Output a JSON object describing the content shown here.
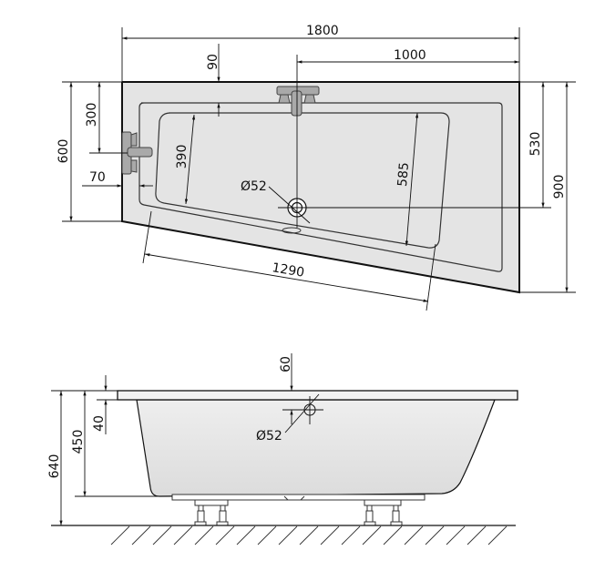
{
  "drawing": {
    "title": "Corner bathtub technical drawing",
    "units": "mm",
    "top_view": {
      "dimensions": {
        "overall_length": "1800",
        "drain_offset_from_right": "1000",
        "rim_to_inner_top": "90",
        "tap_height_from_top": "300",
        "left_side_depth": "600",
        "tap_offset_left": "70",
        "inner_left_width": "390",
        "inner_right_width": "585",
        "drain_from_right_top": "530",
        "right_side_depth": "900",
        "drain_diameter": "Ø52",
        "inner_bottom_length": "1290"
      }
    },
    "side_view": {
      "dimensions": {
        "overflow_from_rim": "60",
        "rim_thickness": "40",
        "tub_depth": "450",
        "total_height": "640",
        "overflow_diameter": "Ø52"
      }
    },
    "colors": {
      "tub_fill": "#e4e4e4",
      "line": "#111111",
      "fitting": "#a9a9a9"
    }
  }
}
